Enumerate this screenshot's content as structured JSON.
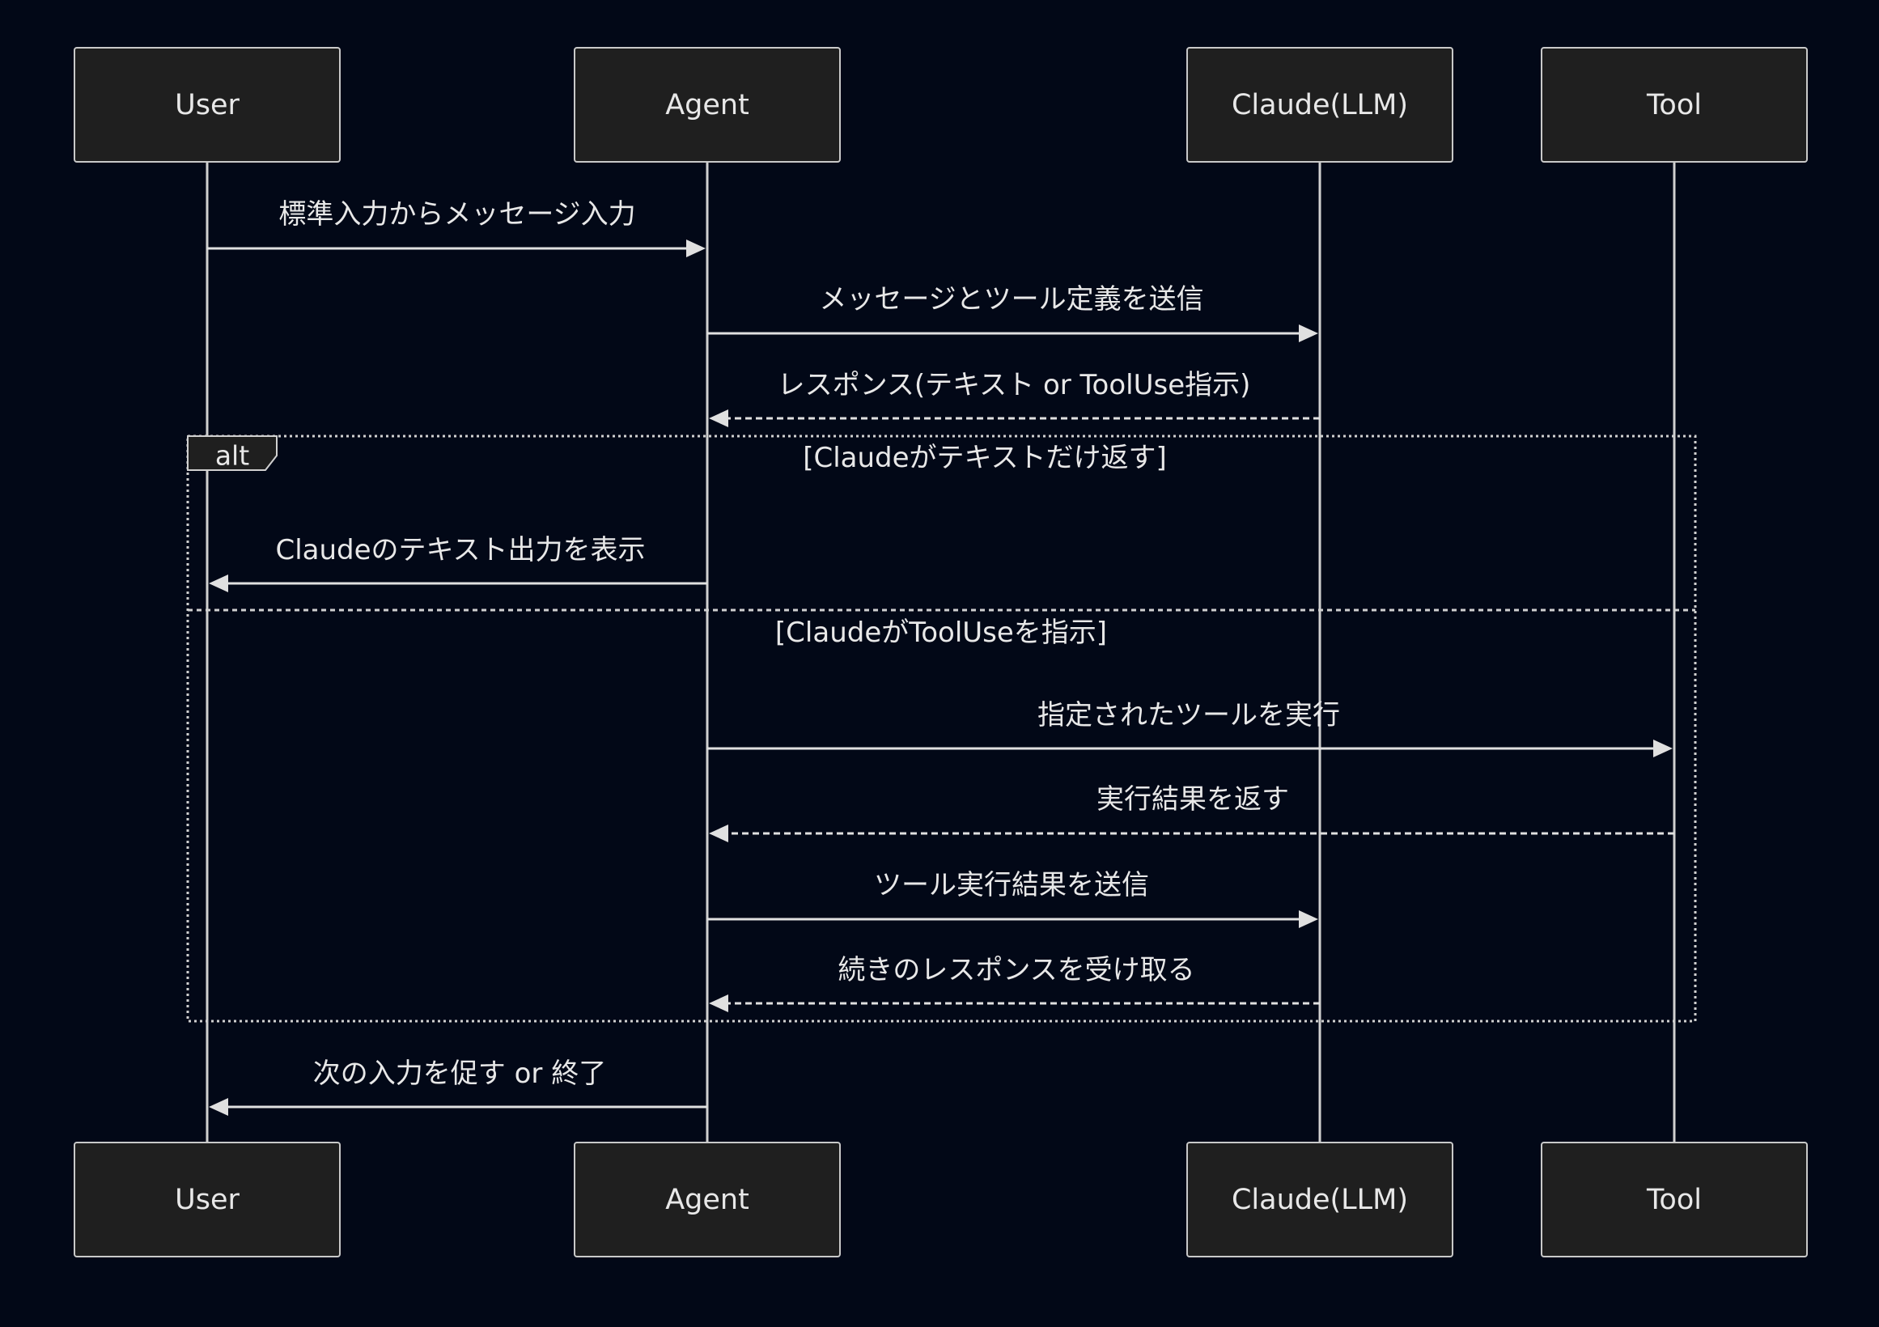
{
  "diagram": {
    "participants": [
      {
        "id": "user",
        "label": "User"
      },
      {
        "id": "agent",
        "label": "Agent"
      },
      {
        "id": "claude",
        "label": "Claude(LLM)"
      },
      {
        "id": "tool",
        "label": "Tool"
      }
    ],
    "messages": [
      {
        "from": "user",
        "to": "agent",
        "style": "solid",
        "label": "標準入力からメッセージ入力"
      },
      {
        "from": "agent",
        "to": "claude",
        "style": "solid",
        "label": "メッセージとツール定義を送信"
      },
      {
        "from": "claude",
        "to": "agent",
        "style": "dashed",
        "label": "レスポンス(テキスト or ToolUse指示)"
      },
      {
        "from": "agent",
        "to": "user",
        "style": "solid",
        "label": "Claudeのテキスト出力を表示"
      },
      {
        "from": "agent",
        "to": "tool",
        "style": "solid",
        "label": "指定されたツールを実行"
      },
      {
        "from": "tool",
        "to": "agent",
        "style": "dashed",
        "label": "実行結果を返す"
      },
      {
        "from": "agent",
        "to": "claude",
        "style": "solid",
        "label": "ツール実行結果を送信"
      },
      {
        "from": "claude",
        "to": "agent",
        "style": "dashed",
        "label": "続きのレスポンスを受け取る"
      },
      {
        "from": "agent",
        "to": "user",
        "style": "solid",
        "label": "次の入力を促す or 終了"
      }
    ],
    "alt": {
      "label": "alt",
      "conditions": [
        "[Claudeがテキストだけ返す]",
        "[ClaudeがToolUseを指示]"
      ]
    }
  }
}
